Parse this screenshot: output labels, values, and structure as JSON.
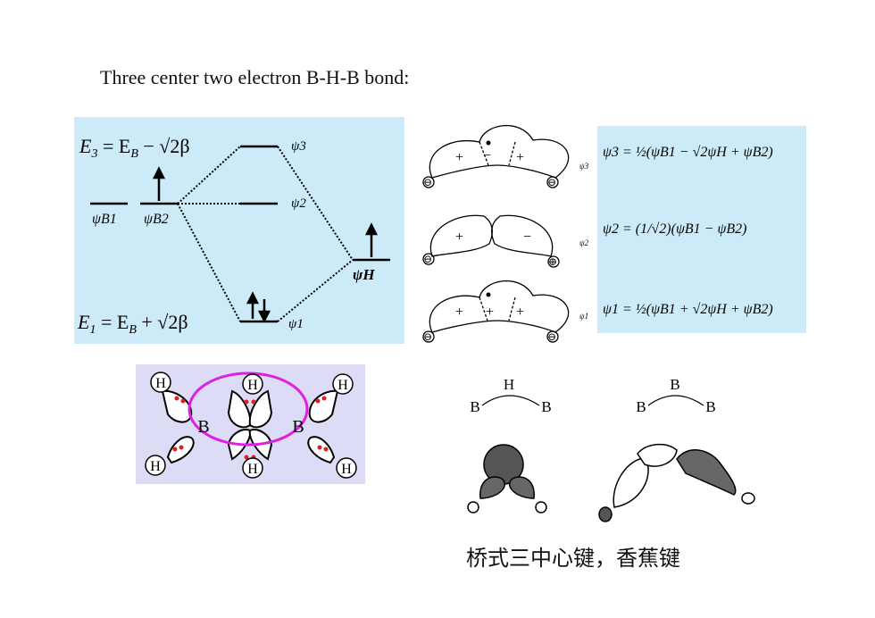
{
  "title": "Three center two electron B-H-B bond:",
  "caption": "桥式三中心键，香蕉键",
  "mo_diagram": {
    "e3": [
      "E",
      "3",
      " = E",
      "B",
      " − √2β"
    ],
    "e1": [
      "E",
      "1",
      " = E",
      "B",
      " + √2β"
    ],
    "levels": {
      "psi3": "ψ3",
      "psi2": "ψ2",
      "psi1": "ψ1",
      "psiB1": "ψB1",
      "psiB2": "ψB2",
      "psiH": "ψH"
    }
  },
  "orbitals": {
    "psi3": {
      "signs": [
        "+",
        "−",
        "+"
      ],
      "end": "⊖",
      "tag": "ψ3"
    },
    "psi2": {
      "signs": [
        "+",
        "−"
      ],
      "left_end": "⊖",
      "right_end": "⊕",
      "tag": "ψ2"
    },
    "psi1": {
      "signs": [
        "+",
        "+",
        "+"
      ],
      "end": "⊖",
      "tag": "ψ1"
    }
  },
  "equations": {
    "psi3": "ψ3 = ½(ψB1 − √2ψH + ψB2)",
    "psi2": "ψ2 = (1/√2)(ψB1 − ψB2)",
    "psi1": "ψ1 = ½(ψB1 + √2ψH + ψB2)"
  },
  "diborane": {
    "H": "H",
    "B": "B"
  },
  "bridges": {
    "left": {
      "top": "H",
      "left": "B",
      "right": "B"
    },
    "right": {
      "top": "B",
      "left": "B",
      "right": "B"
    }
  },
  "colors": {
    "panel": "#cceaf8",
    "panel2": "#dcdcf6",
    "ring": "#e020e0",
    "dot": "#e02020"
  }
}
